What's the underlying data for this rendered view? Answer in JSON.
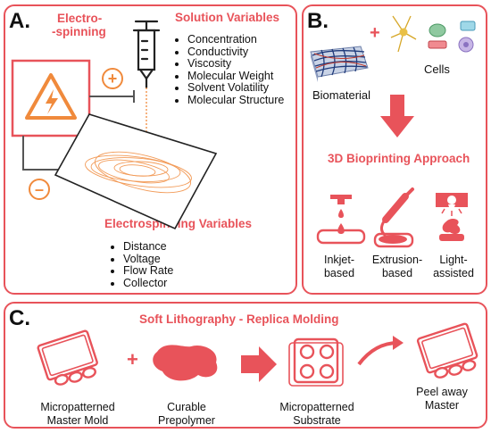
{
  "panel_a": {
    "letter": "A.",
    "title_line1": "Electro-",
    "title_line2": "-spinning",
    "solution_title": "Solution Variables",
    "solution_items": [
      "Concentration",
      "Conductivity",
      "Viscosity",
      "Molecular Weight",
      "Solvent Volatility",
      "Molecular Structure"
    ],
    "electro_title": "Electrospinning Variables",
    "electro_items": [
      "Distance",
      "Voltage",
      "Flow Rate",
      "Collector"
    ],
    "plus_sign": "+",
    "minus_sign": "–"
  },
  "panel_b": {
    "letter": "B.",
    "plus_sign": "+",
    "biomaterial_label": "Biomaterial",
    "cells_label": "Cells",
    "approach_title": "3D Bioprinting Approach",
    "methods": [
      {
        "line1": "Inkjet-",
        "line2": "based"
      },
      {
        "line1": "Extrusion-",
        "line2": "based"
      },
      {
        "line1": "Light-",
        "line2": "assisted"
      }
    ]
  },
  "panel_c": {
    "letter": "C.",
    "title": "Soft Lithography - Replica Molding",
    "plus_sign": "+",
    "steps": [
      {
        "line1": "Micropatterned",
        "line2": "Master Mold"
      },
      {
        "line1": "Curable",
        "line2": "Prepolymer"
      },
      {
        "line1": "Micropatterned",
        "line2": "Substrate"
      },
      {
        "line1": "Peel away",
        "line2": "Master"
      }
    ]
  },
  "colors": {
    "accent": "#e8535a",
    "warning_orange": "#f08a3c",
    "text": "#111111"
  }
}
